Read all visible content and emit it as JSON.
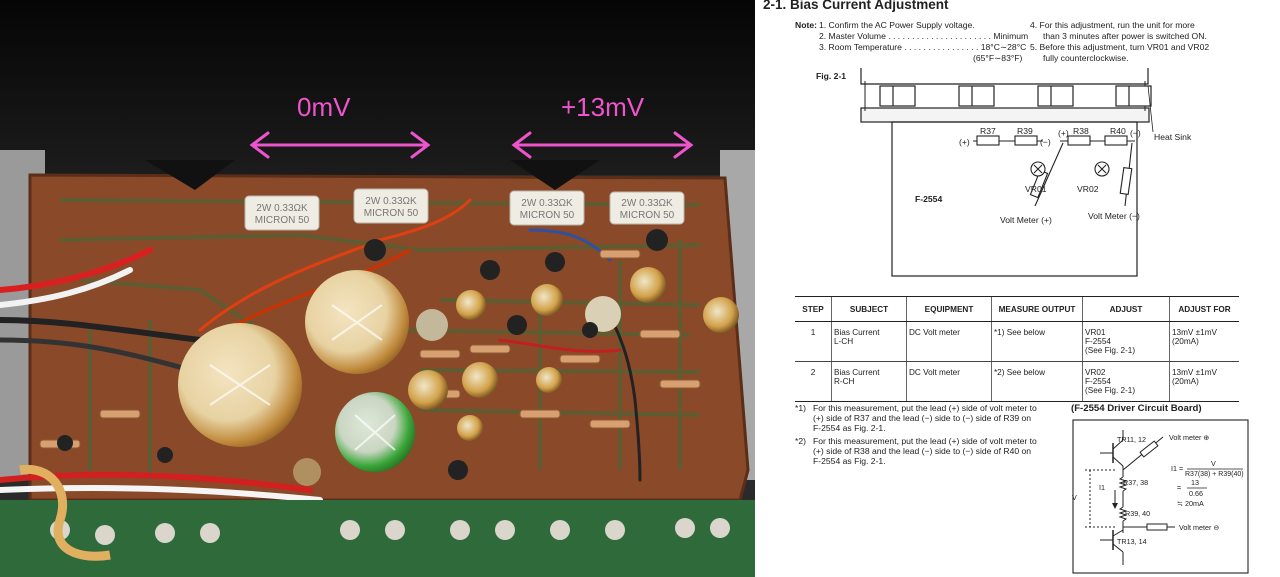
{
  "photo": {
    "annotations": [
      {
        "text": "0mV"
      },
      {
        "text": "+13mV"
      }
    ],
    "resistor_labels": [
      "2W 0.33ΩK\nMICRON 50",
      "2W 0.33ΩK\nMICRON 50",
      "2W 0.33ΩK\nMICRON 50",
      "2W 0.33ΩK\nMICRON 50"
    ],
    "annotation_color": "#ee55cc",
    "board_color": "#8a4a2a"
  },
  "doc": {
    "section_title": "2-1.  Bias Current Adjustment",
    "note_label": "Note:",
    "notes_left": [
      "1.  Confirm the AC Power Supply voltage.",
      "2.  Master Volume . . . . . . . . . . . . . . . . . . . . . . Minimum",
      "3.  Room Temperature . . . . . . . . . . . . . . . . 18°C∼28°C",
      "(65°F∼83°F)"
    ],
    "notes_right": [
      "4.  For this adjustment,  run the unit for more",
      "than 3 minutes after power is switched ON.",
      "5.  Before this adjustment, turn VR01 and VR02",
      "fully counterclockwise."
    ],
    "fig_label": "Fig. 2-1",
    "fig": {
      "heat_sink": "Heat Sink",
      "board": "F-2554",
      "r37": "R37",
      "r39": "R39",
      "r38": "R38",
      "r40": "R40",
      "plus": "(+)",
      "minus": "(−)",
      "vr01": "VR01",
      "vr02": "VR02",
      "vm_plus": "Volt Meter (+)",
      "vm_minus": "Volt Meter (−)"
    },
    "table": {
      "headers": [
        "STEP",
        "SUBJECT",
        "EQUIPMENT",
        "MEASURE OUTPUT",
        "ADJUST",
        "ADJUST FOR"
      ],
      "rows": [
        {
          "step": "1",
          "subject": "Bias Current\nL-CH",
          "equipment": "DC Volt meter",
          "measure": "*1)  See below",
          "adjust": "VR01\nF-2554\n(See Fig. 2-1)",
          "adjust_for": "13mV ±1mV (20mA)"
        },
        {
          "step": "2",
          "subject": "Bias Current\nR-CH",
          "equipment": "DC Volt meter",
          "measure": "*2)  See below",
          "adjust": "VR02\nF-2554\n(See Fig. 2-1)",
          "adjust_for": "13mV ±1mV (20mA)"
        }
      ]
    },
    "footnotes": [
      {
        "mark": "*1)",
        "lines": [
          "For this measurement, put the lead (+) side of volt meter to",
          "(+) side of R37 and the lead (−) side to (−) side of R39 on",
          "F-2554 as Fig. 2-1."
        ]
      },
      {
        "mark": "*2)",
        "lines": [
          "For this measurement, put the lead (+) side of volt meter to",
          "(+) side of R38 and the lead (−) side to (−) side of R40 on",
          "F-2554 as Fig. 2-1."
        ]
      }
    ],
    "circuit": {
      "title": "(F-2554 Driver Circuit Board)",
      "tr_top": "TR11, 12",
      "tr_bottom": "TR13, 14",
      "vm_plus": "Volt meter ⊕",
      "vm_minus": "Volt meter ⊖",
      "r_top": "R37, 38",
      "r_bottom": "R39, 40",
      "i1": "I1",
      "v": "V",
      "eq1_lhs": "I1 =",
      "eq1_num": "V",
      "eq1_den": "R37(38) + R39(40)",
      "eq2_eq": "=",
      "eq2_num": "13",
      "eq2_den": "0.66",
      "eq3": "≒ 20mA"
    }
  }
}
